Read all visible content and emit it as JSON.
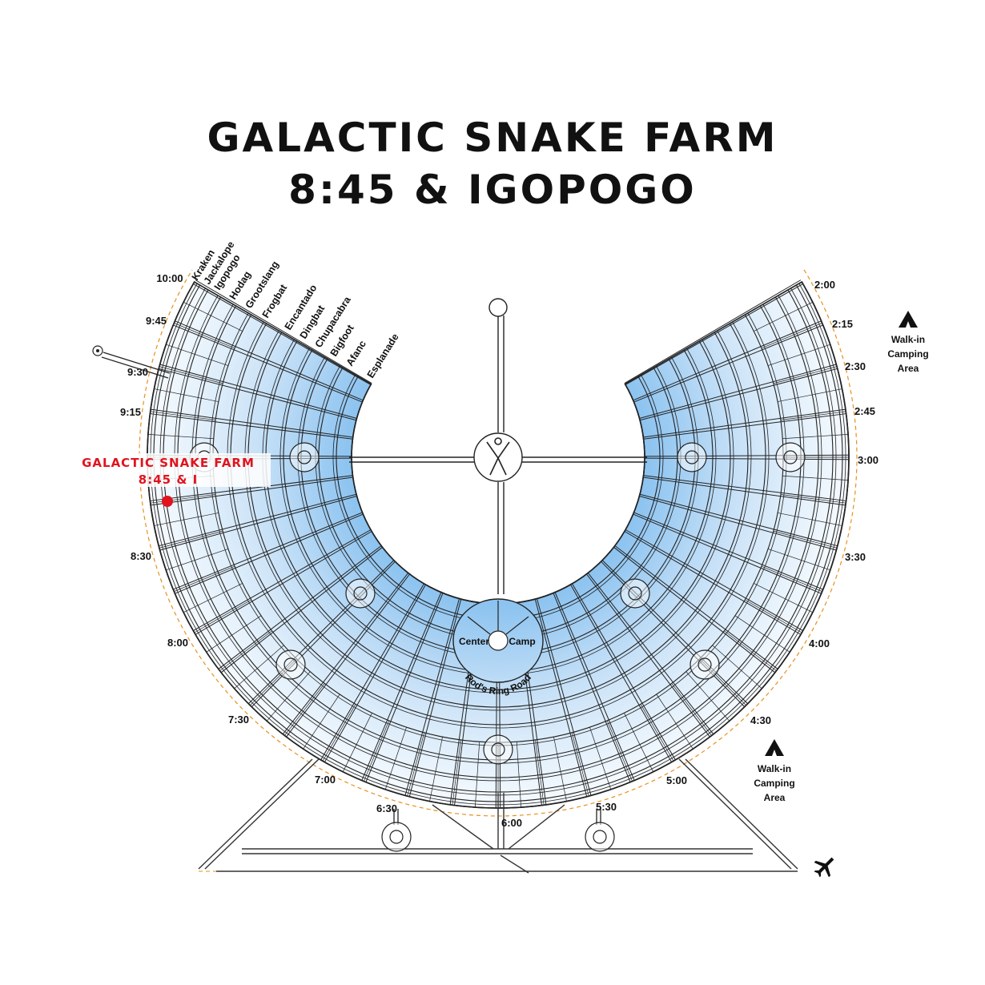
{
  "title": {
    "line1": "GALACTIC SNAKE FARM",
    "line2": "8:45 & IGOPOGO"
  },
  "clock_labels": [
    "2:00",
    "2:15",
    "2:30",
    "2:45",
    "3:00",
    "3:30",
    "4:00",
    "4:30",
    "5:00",
    "5:30",
    "6:00",
    "6:30",
    "7:00",
    "7:30",
    "8:00",
    "8:30",
    "9:15",
    "9:30",
    "9:45",
    "10:00"
  ],
  "streets": [
    "Kraken",
    "Jackalope",
    "Igopogo",
    "Hodag",
    "Grootslang",
    "Frogbat",
    "Encantado",
    "Dingbat",
    "Chupacabra",
    "Bigfoot",
    "Afanc",
    "Esplanade"
  ],
  "center_camp": {
    "left": "Center",
    "right": "Camp",
    "ring_road": "Rod's Ring Road"
  },
  "walk_in_camping": {
    "line1": "Walk-in",
    "line2": "Camping",
    "line3": "Area"
  },
  "marker": {
    "line1": "GALACTIC SNAKE FARM",
    "line2": "8:45 & I",
    "color": "#e0141e"
  },
  "icons": {
    "tent": "tent-icon",
    "airplane": "airplane-icon",
    "man": "man-icon"
  },
  "colors": {
    "fill_inner": "#8cc3f0",
    "fill_outer": "#f4faff",
    "stroke": "#222222",
    "fence": "#e8901e"
  }
}
